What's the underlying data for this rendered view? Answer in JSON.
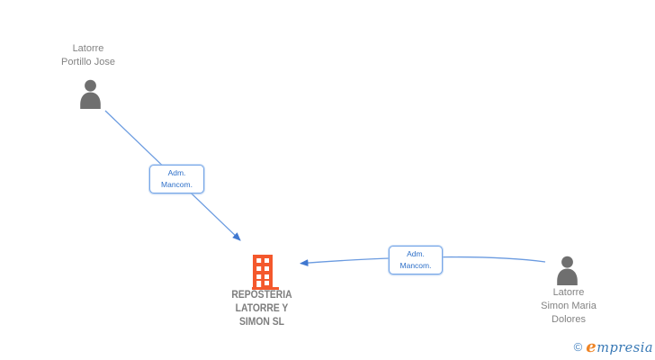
{
  "diagram": {
    "title": "corporate-relationships-graph",
    "nodes": {
      "person_top_left": {
        "type": "person",
        "name": "Latorre\nPortillo Jose"
      },
      "company": {
        "type": "company",
        "name": "REPOSTERIA\nLATORRE Y\nSIMON SL"
      },
      "person_right": {
        "type": "person",
        "name": "Latorre\nSimon Maria\nDolores"
      }
    },
    "edges": [
      {
        "from": "person_top_left",
        "to": "company",
        "label": "Adm.\nMancom."
      },
      {
        "from": "person_right",
        "to": "company",
        "label": "Adm.\nMancom."
      }
    ],
    "colors": {
      "edge_blue": "#6b9be0",
      "arrowhead_blue": "#4078d0",
      "label_box_border": "#78a7e8",
      "label_text_blue": "#2d6fc8",
      "node_text_gray": "#838383",
      "person_icon_gray": "#6f6f6f",
      "company_orange": "#f4582c"
    }
  },
  "watermark": {
    "copyright": "©",
    "brand_e": "e",
    "brand_rest": "mpresia"
  }
}
